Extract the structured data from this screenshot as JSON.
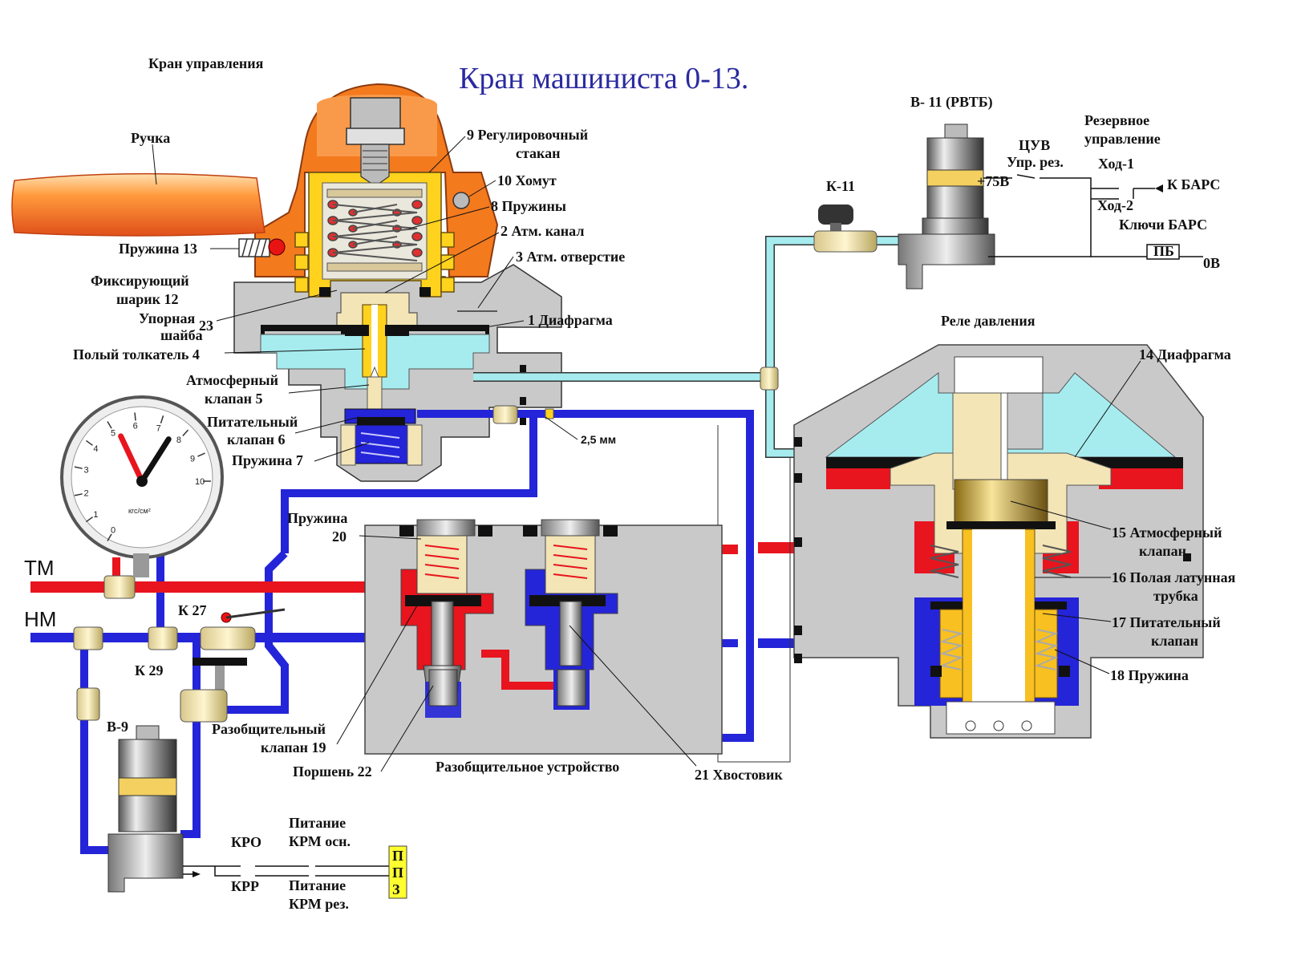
{
  "title": "Кран машиниста 0-13.",
  "labels": {
    "kran_upr": "Кран управления",
    "ruchka": "Ручка",
    "l9a": "9 Регулировочный",
    "l9b": "стакан",
    "l10": "10 Хомут",
    "l8": "8 Пружины",
    "l2": "2 Атм. канал",
    "l3": "3 Атм. отверстие",
    "l1": "1 Диафрагма",
    "p13": "Пружина 13",
    "f12a": "Фиксирующий",
    "f12b": "шарик  12",
    "u23a": "Упорная",
    "u23b": "шайба",
    "u23n": "23",
    "t4": "Полый толкатель 4",
    "a5a": "Атмосферный",
    "a5b": "клапан 5",
    "p6a": "Питательный",
    "p6b": "клапан 6",
    "p7": "Пружина 7",
    "mm": "2,5 мм",
    "k11": "К-11",
    "v11": "В- 11 (РВТБ)",
    "cuv": "ЦУВ",
    "upr_rez": "Упр. рез.",
    "v75": "+75В",
    "rez_a": "Резервное",
    "rez_b": "управление",
    "hod1": "Ход-1",
    "hod2": "Ход-2",
    "k_bars": "К БАРС",
    "klyuchi": "Ключи БАРС",
    "pb": "ПБ",
    "ov": "0В",
    "rele": "Реле давления",
    "d14": "14 Диафрагма",
    "a15a": "15 Атмосферный",
    "a15b": "клапан",
    "t16a": "16 Полая латунная",
    "t16b": "трубка",
    "p17a": "17 Питательный",
    "p17b": "клапан",
    "p18": "18 Пружина",
    "p20a": "Пружина",
    "p20b": "20",
    "tm": "ТМ",
    "nm": "НМ",
    "k27": "К 27",
    "k29": "К 29",
    "r19a": "Разобщительный",
    "r19b": "клапан 19",
    "p22": "Поршень 22",
    "razob": "Разобщительное устройство",
    "h21": "21 Хвостовик",
    "v9": "В-9",
    "kro": "КРО",
    "krr": "КРР",
    "pit1a": "Питание",
    "pit1b": "КРМ осн.",
    "pit2a": "Питание",
    "pit2b": "КРМ рез.",
    "ppz": [
      "П",
      "П",
      "З"
    ]
  },
  "gauge": {
    "ticks": [
      "0",
      "1",
      "2",
      "3",
      "4",
      "5",
      "6",
      "7",
      "8",
      "9",
      "10"
    ],
    "unit": "кгс/см²",
    "red_needle_value": 5.2,
    "black_needle_value": 7.6
  },
  "colors": {
    "pipe_red": "#e8141e",
    "pipe_blue": "#2424d8",
    "pipe_cyan": "#a6ecef",
    "body_gray": "#c9c9c9",
    "handle_orange": "#f47a1e",
    "spring_yellow": "#ffd21e",
    "cream": "#f3e5b5",
    "title_blue": "#2a2aa0"
  }
}
